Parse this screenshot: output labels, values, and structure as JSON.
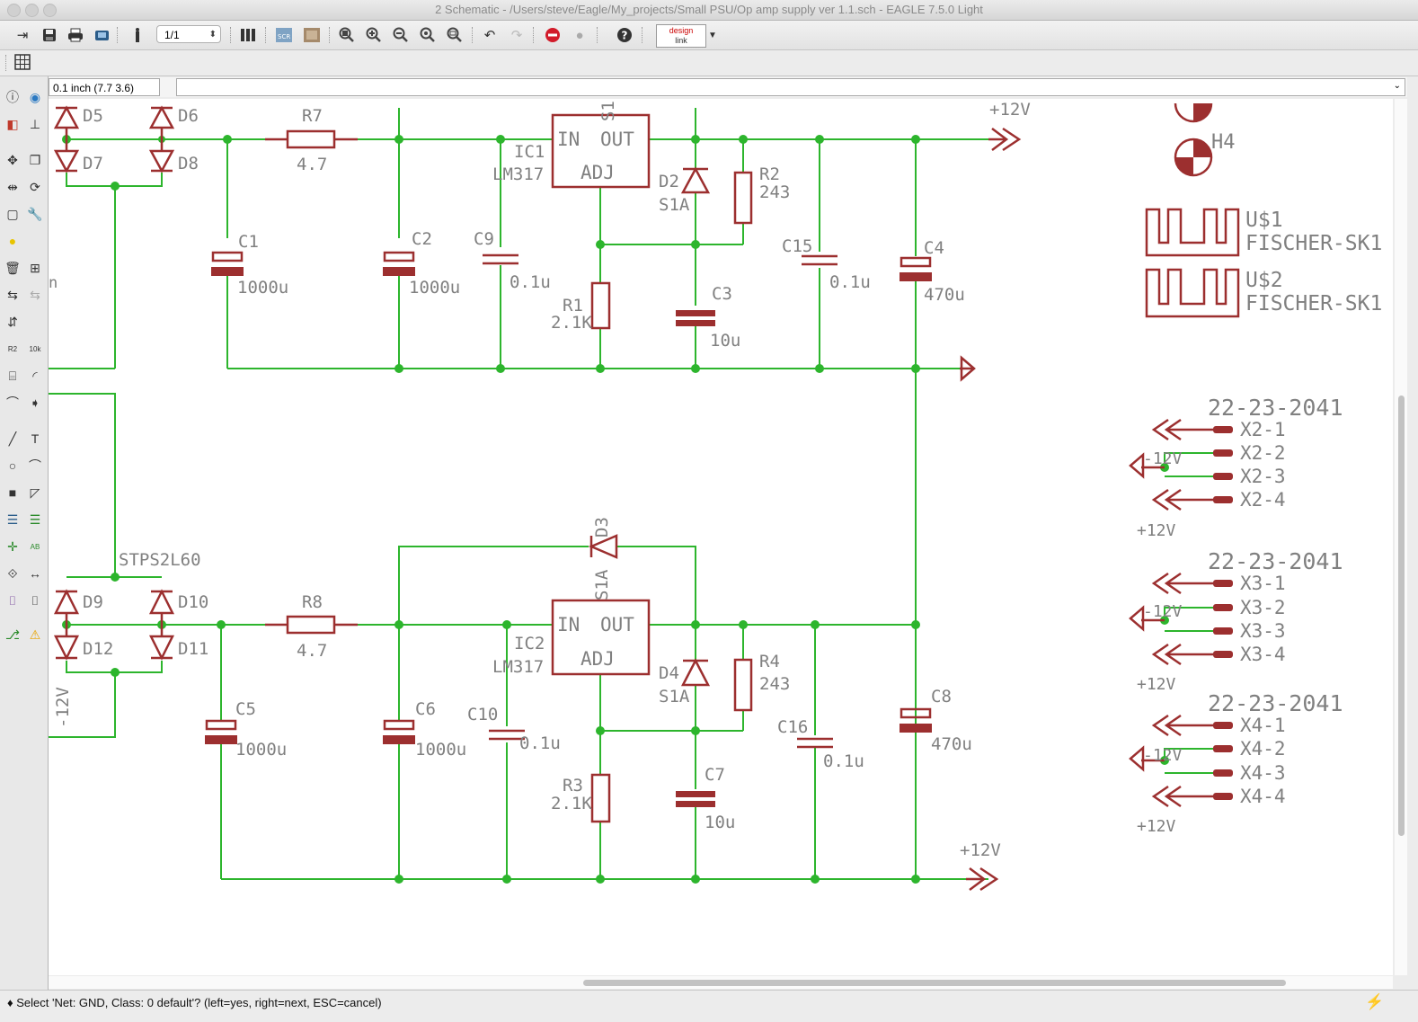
{
  "window": {
    "title": "2 Schematic - /Users/steve/Eagle/My_projects/Small PSU/Op amp supply ver 1.1.sch - EAGLE 7.5.0 Light"
  },
  "toolbar": {
    "sheet_value": "1/1",
    "design_link_label_top": "design",
    "design_link_label_bottom": "link"
  },
  "coordinates": {
    "readout": "0.1 inch (7.7 3.6)"
  },
  "command_line": {
    "value": ""
  },
  "status": {
    "message": "♦ Select 'Net: GND, Class: 0 default'? (left=yes, right=next, ESC=cancel)"
  },
  "colors": {
    "wire": "#33b533",
    "symbol": "#9c2f2f",
    "text": "#808080",
    "junction": "#2db52d"
  },
  "icons": [
    "export-icon",
    "save-icon",
    "print-icon",
    "cam-icon",
    "board-icon",
    "sheet-selector",
    "library-icon",
    "script-icon",
    "run-icon",
    "zoom-fit-icon",
    "zoom-in-icon",
    "zoom-out-icon",
    "zoom-redraw-icon",
    "zoom-select-icon",
    "undo-icon",
    "redo-icon",
    "stop-icon",
    "go-icon",
    "help-icon",
    "design-link-button",
    "grid-icon"
  ],
  "schematic_labels": {
    "D5": "D5",
    "D6": "D6",
    "D7": "D7",
    "D8": "D8",
    "D9": "D9",
    "D10": "D10",
    "D11": "D11",
    "D12": "D12",
    "R7": "R7",
    "R7v": "4.7",
    "R8": "R8",
    "R8v": "4.7",
    "IC1": "IC1",
    "IC1v": "LM317",
    "IC2": "IC2",
    "IC2v": "LM317",
    "S1": "S1",
    "IN": "IN",
    "OUT": "OUT",
    "ADJ": "ADJ",
    "D2": "D2",
    "D2v": "S1A",
    "D4": "D4",
    "D4v": "S1A",
    "D3": "D3",
    "D3v": "S1A",
    "R2": "R2",
    "R2v": "243",
    "R4": "R4",
    "R4v": "243",
    "R1": "R1",
    "R1v": "2.1K",
    "R3": "R3",
    "R3v": "2.1K",
    "C1": "C1",
    "C1v": "1000u",
    "C2": "C2",
    "C2v": "1000u",
    "C5": "C5",
    "C5v": "1000u",
    "C6": "C6",
    "C6v": "1000u",
    "C9": "C9",
    "C9v": "0.1u",
    "C10": "C10",
    "C10v": "0.1u",
    "C15": "C15",
    "C15v": "0.1u",
    "C16": "C16",
    "C16v": "0.1u",
    "C3": "C3",
    "C3v": "10u",
    "C7": "C7",
    "C7v": "10u",
    "C4": "C4",
    "C4v": "470u",
    "C8": "C8",
    "C8v": "470u",
    "plus12": "+12V",
    "minus12": "-12V",
    "STPS": "STPS2L60",
    "H4": "H4",
    "U1": "U$1",
    "U2": "U$2",
    "FISCHER": "FISCHER-SK1",
    "conn": "22-23-2041",
    "X21": "X2-1",
    "X22": "X2-2",
    "X23": "X2-3",
    "X24": "X2-4",
    "X31": "X3-1",
    "X32": "X3-2",
    "X33": "X3-3",
    "X34": "X3-4",
    "X41": "X4-1",
    "X42": "X4-2",
    "X43": "X4-3",
    "X44": "X4-4",
    "trunc": "n"
  }
}
